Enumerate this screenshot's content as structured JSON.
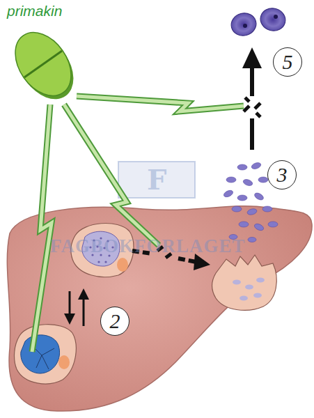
{
  "diagram": {
    "nodes": [
      {
        "text": [
          "primakin"
        ]
      },
      {
        "text": [
          "5"
        ]
      },
      {
        "text": [
          "3"
        ]
      },
      {
        "text": [
          "2"
        ]
      }
    ],
    "labels": [
      "F",
      "FAGBOKFORLAGET"
    ]
  }
}
